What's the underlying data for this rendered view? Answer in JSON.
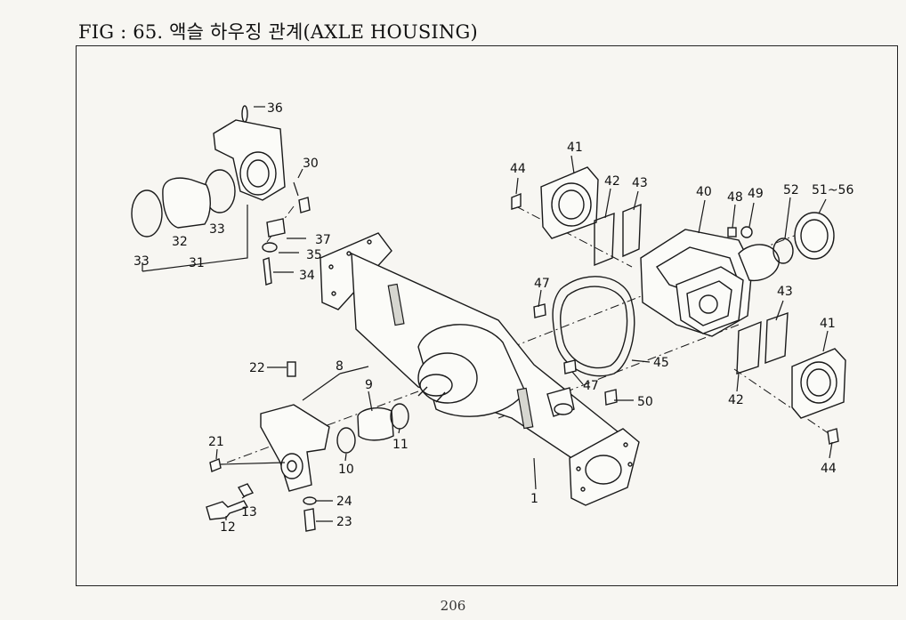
{
  "title": "FIG : 65. 액슬 하우징 관계(AXLE HOUSING)",
  "page_number": "206",
  "callouts": [
    {
      "id": "36",
      "text": "36"
    },
    {
      "id": "30",
      "text": "30"
    },
    {
      "id": "33a",
      "text": "33"
    },
    {
      "id": "33b",
      "text": "33"
    },
    {
      "id": "32",
      "text": "32"
    },
    {
      "id": "31",
      "text": "31"
    },
    {
      "id": "37",
      "text": "37"
    },
    {
      "id": "35",
      "text": "35"
    },
    {
      "id": "34",
      "text": "34"
    },
    {
      "id": "41a",
      "text": "41"
    },
    {
      "id": "44a",
      "text": "44"
    },
    {
      "id": "42a",
      "text": "42"
    },
    {
      "id": "43a",
      "text": "43"
    },
    {
      "id": "40",
      "text": "40"
    },
    {
      "id": "48",
      "text": "48"
    },
    {
      "id": "49",
      "text": "49"
    },
    {
      "id": "52",
      "text": "52"
    },
    {
      "id": "51-56",
      "text": "51~56"
    },
    {
      "id": "47a",
      "text": "47"
    },
    {
      "id": "43b",
      "text": "43"
    },
    {
      "id": "41b",
      "text": "41"
    },
    {
      "id": "45",
      "text": "45"
    },
    {
      "id": "47b",
      "text": "47"
    },
    {
      "id": "50",
      "text": "50"
    },
    {
      "id": "42b",
      "text": "42"
    },
    {
      "id": "44b",
      "text": "44"
    },
    {
      "id": "22",
      "text": "22"
    },
    {
      "id": "8",
      "text": "8"
    },
    {
      "id": "9",
      "text": "9"
    },
    {
      "id": "11",
      "text": "11"
    },
    {
      "id": "10",
      "text": "10"
    },
    {
      "id": "21",
      "text": "21"
    },
    {
      "id": "13",
      "text": "13"
    },
    {
      "id": "12",
      "text": "12"
    },
    {
      "id": "24",
      "text": "24"
    },
    {
      "id": "23",
      "text": "23"
    },
    {
      "id": "1",
      "text": "1"
    }
  ]
}
